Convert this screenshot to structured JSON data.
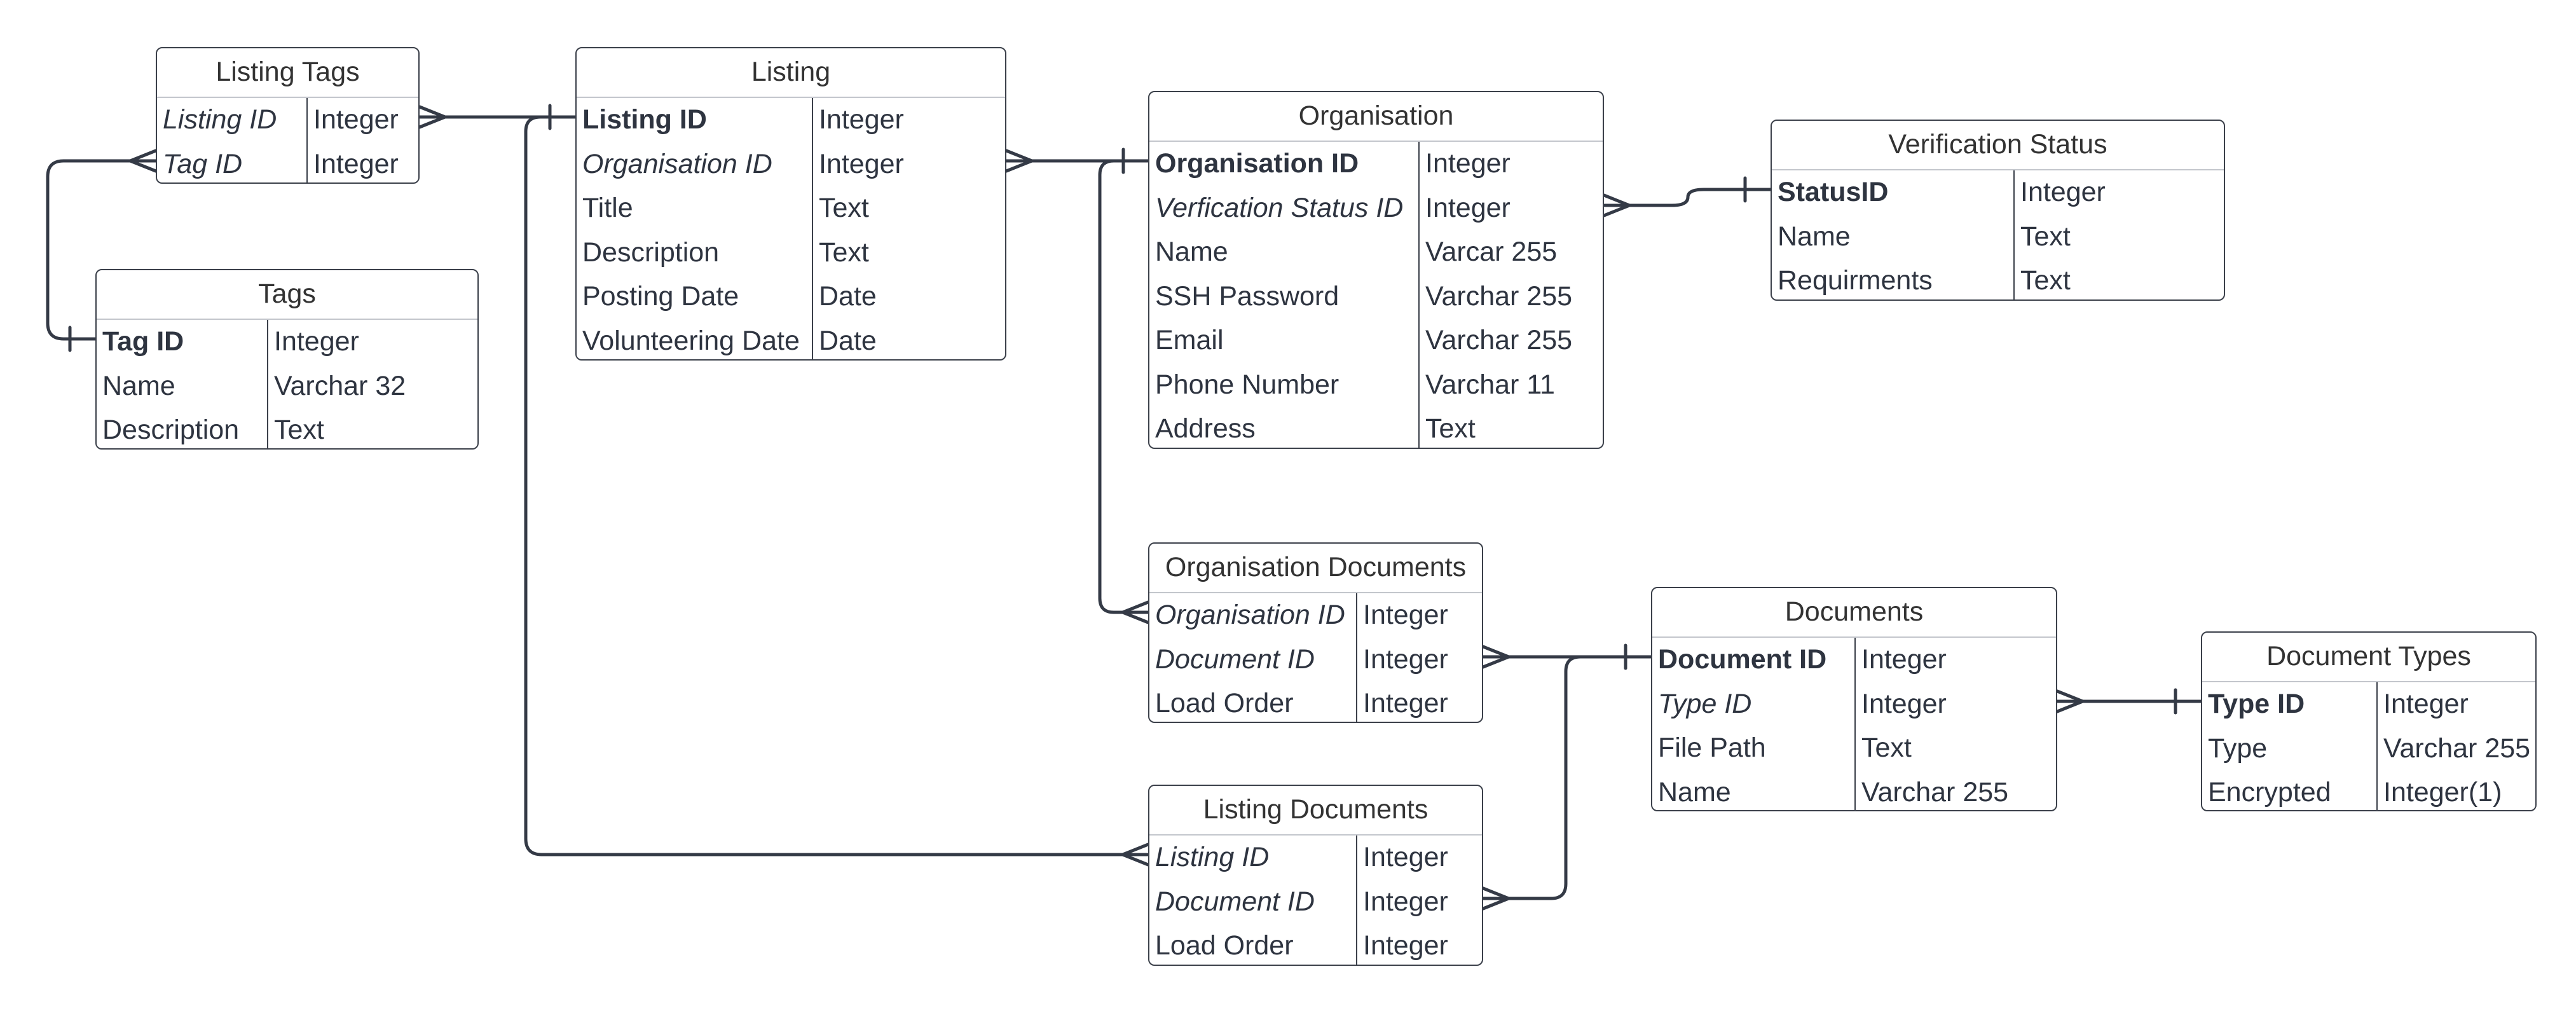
{
  "entities": [
    {
      "id": "listing_tags",
      "title": "Listing Tags",
      "rows": [
        {
          "name": "Listing ID",
          "type": "Integer",
          "key": "fk"
        },
        {
          "name": "Tag ID",
          "type": "Integer",
          "key": "fk"
        }
      ]
    },
    {
      "id": "tags",
      "title": "Tags",
      "rows": [
        {
          "name": "Tag ID",
          "type": "Integer",
          "key": "pk"
        },
        {
          "name": "Name",
          "type": "Varchar 32",
          "key": ""
        },
        {
          "name": "Description",
          "type": "Text",
          "key": ""
        }
      ]
    },
    {
      "id": "listing",
      "title": "Listing",
      "rows": [
        {
          "name": "Listing ID",
          "type": "Integer",
          "key": "pk"
        },
        {
          "name": "Organisation ID",
          "type": "Integer",
          "key": "fk"
        },
        {
          "name": "Title",
          "type": "Text",
          "key": ""
        },
        {
          "name": "Description",
          "type": "Text",
          "key": ""
        },
        {
          "name": "Posting Date",
          "type": "Date",
          "key": ""
        },
        {
          "name": "Volunteering Date",
          "type": "Date",
          "key": ""
        }
      ]
    },
    {
      "id": "organisation",
      "title": "Organisation",
      "rows": [
        {
          "name": "Organisation ID",
          "type": "Integer",
          "key": "pk"
        },
        {
          "name": "Verfication Status ID",
          "type": "Integer",
          "key": "fk"
        },
        {
          "name": "Name",
          "type": "Varcar 255",
          "key": ""
        },
        {
          "name": "SSH Password",
          "type": "Varchar 255",
          "key": ""
        },
        {
          "name": "Email",
          "type": "Varchar 255",
          "key": ""
        },
        {
          "name": "Phone Number",
          "type": "Varchar 11",
          "key": ""
        },
        {
          "name": "Address",
          "type": "Text",
          "key": ""
        }
      ]
    },
    {
      "id": "verification_status",
      "title": "Verification Status",
      "rows": [
        {
          "name": "StatusID",
          "type": "Integer",
          "key": "pk"
        },
        {
          "name": "Name",
          "type": "Text",
          "key": ""
        },
        {
          "name": "Requirments",
          "type": "Text",
          "key": ""
        }
      ]
    },
    {
      "id": "organisation_documents",
      "title": "Organisation Documents",
      "rows": [
        {
          "name": "Organisation ID",
          "type": "Integer",
          "key": "fk"
        },
        {
          "name": "Document ID",
          "type": "Integer",
          "key": "fk"
        },
        {
          "name": "Load Order",
          "type": "Integer",
          "key": ""
        }
      ]
    },
    {
      "id": "listing_documents",
      "title": "Listing Documents",
      "rows": [
        {
          "name": "Listing ID",
          "type": "Integer",
          "key": "fk"
        },
        {
          "name": "Document ID",
          "type": "Integer",
          "key": "fk"
        },
        {
          "name": "Load Order",
          "type": "Integer",
          "key": ""
        }
      ]
    },
    {
      "id": "documents",
      "title": "Documents",
      "rows": [
        {
          "name": "Document ID",
          "type": "Integer",
          "key": "pk"
        },
        {
          "name": "Type ID",
          "type": "Integer",
          "key": "fk"
        },
        {
          "name": "File Path",
          "type": "Text",
          "key": ""
        },
        {
          "name": "Name",
          "type": "Varchar 255",
          "key": ""
        }
      ]
    },
    {
      "id": "document_types",
      "title": "Document Types",
      "rows": [
        {
          "name": "Type ID",
          "type": "Integer",
          "key": "pk"
        },
        {
          "name": "Type",
          "type": "Varchar 255",
          "key": ""
        },
        {
          "name": "Encrypted",
          "type": "Integer(1)",
          "key": ""
        }
      ]
    }
  ],
  "relationships": [
    {
      "from": "listing_tags",
      "to": "listing",
      "cardinality": "many-to-one"
    },
    {
      "from": "listing_tags",
      "to": "tags",
      "cardinality": "many-to-one"
    },
    {
      "from": "listing",
      "to": "organisation",
      "cardinality": "many-to-one"
    },
    {
      "from": "organisation",
      "to": "verification_status",
      "cardinality": "many-to-one"
    },
    {
      "from": "organisation_documents",
      "to": "organisation",
      "cardinality": "many-to-one"
    },
    {
      "from": "organisation_documents",
      "to": "documents",
      "cardinality": "many-to-one"
    },
    {
      "from": "listing_documents",
      "to": "listing",
      "cardinality": "many-to-one"
    },
    {
      "from": "listing_documents",
      "to": "documents",
      "cardinality": "many-to-one"
    },
    {
      "from": "documents",
      "to": "document_types",
      "cardinality": "many-to-one"
    }
  ],
  "colors": {
    "line": "#343a46",
    "border": "#3b404a",
    "divider": "#c3c6cc",
    "text": "#2e3440"
  }
}
